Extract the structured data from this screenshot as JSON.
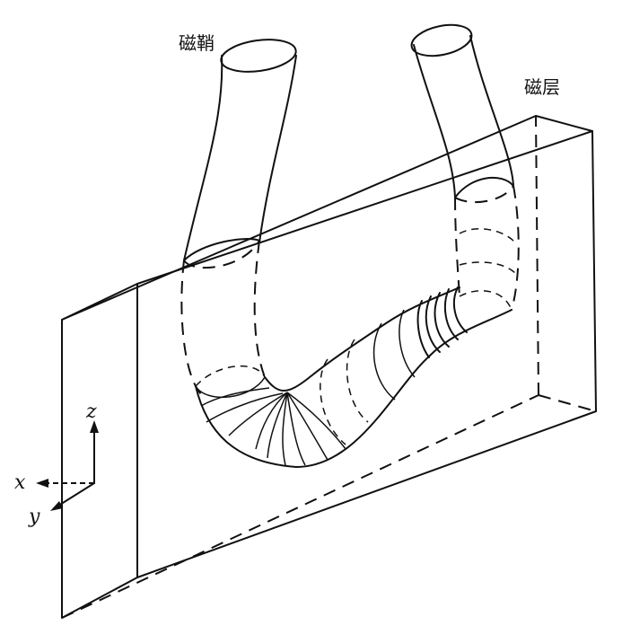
{
  "labels": {
    "flux_tube": "磁鞘",
    "magnetic_layer": "磁层"
  },
  "axes": {
    "x": "x",
    "y": "y",
    "z": "z"
  }
}
